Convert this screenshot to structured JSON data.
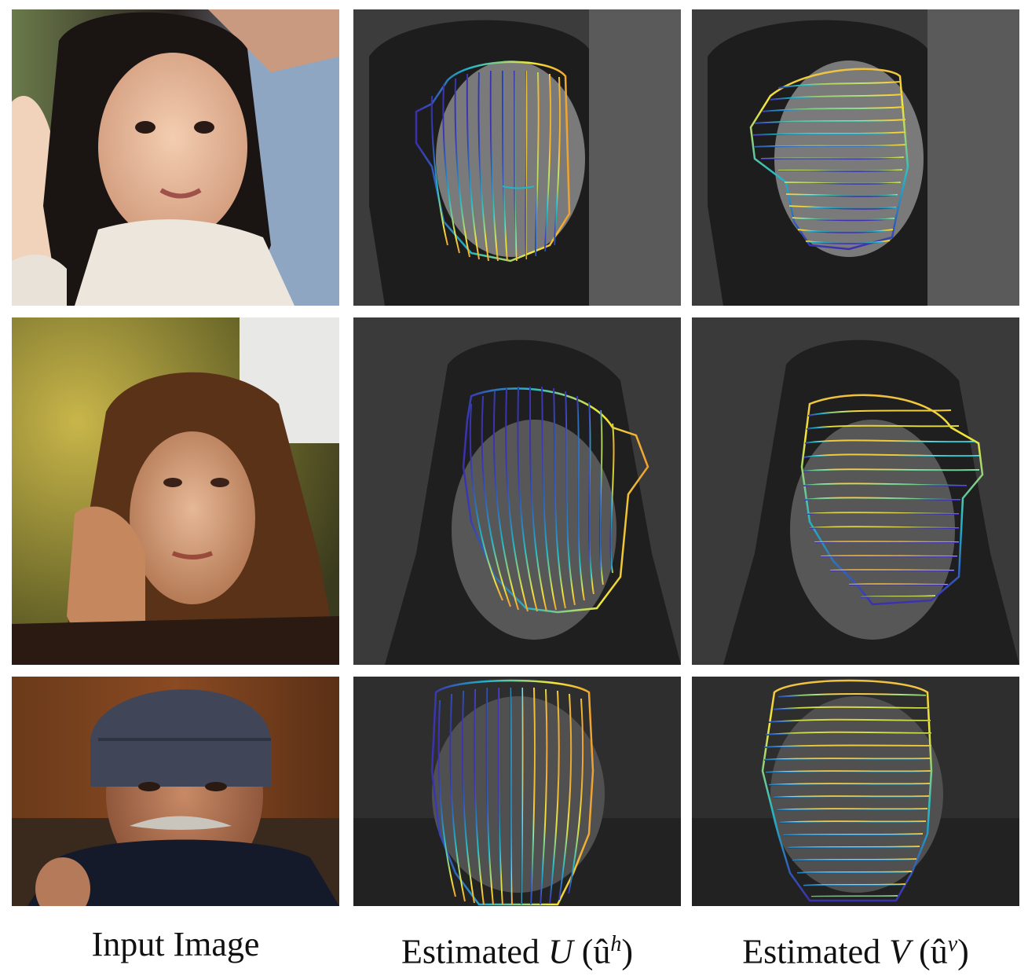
{
  "figure": {
    "rows": [
      {
        "id": "row-1",
        "subject": "girl"
      },
      {
        "id": "row-2",
        "subject": "woman"
      },
      {
        "id": "row-3",
        "subject": "man"
      }
    ],
    "columns": [
      {
        "id": "input",
        "caption": "Input Image"
      },
      {
        "id": "u",
        "caption_text": "Estimated ",
        "caption_math": "U",
        "caption_paren": " (û",
        "caption_sup": "h",
        "caption_close": ")"
      },
      {
        "id": "v",
        "caption_text": "Estimated ",
        "caption_math": "V",
        "caption_paren": " (û",
        "caption_sup": "v",
        "caption_close": ")"
      }
    ],
    "colors": {
      "contour_low": "#3b2fb0",
      "contour_mid": "#20b8c8",
      "contour_high": "#f2e83a",
      "contour_peak": "#f0a030",
      "overlay_bg": "#3a3a3a"
    }
  }
}
